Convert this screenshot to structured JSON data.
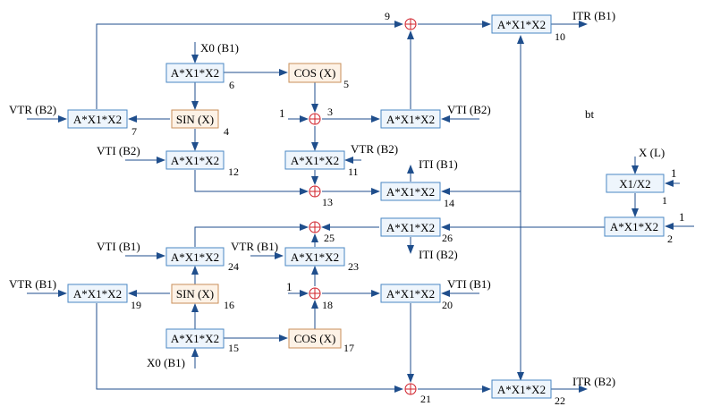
{
  "blocks": {
    "b2": {
      "label": "A*X1*X2",
      "number": "2"
    },
    "b1": {
      "label": "X1/X2",
      "number": "1"
    },
    "b4": {
      "label": "SIN (X)",
      "number": "4"
    },
    "b5": {
      "label": "COS (X)",
      "number": "5"
    },
    "b6": {
      "label": "A*X1*X2",
      "number": "6"
    },
    "b7": {
      "label": "A*X1*X2",
      "number": "7"
    },
    "b10": {
      "label": "A*X1*X2",
      "number": "10"
    },
    "b11": {
      "label": "A*X1*X2",
      "number": "11"
    },
    "b12": {
      "label": "A*X1*X2",
      "number": "12"
    },
    "b14": {
      "label": "A*X1*X2",
      "number": "14"
    },
    "b15": {
      "label": "A*X1*X2",
      "number": "15"
    },
    "b16": {
      "label": "SIN (X)",
      "number": "16"
    },
    "b17": {
      "label": "COS (X)",
      "number": "17"
    },
    "b19": {
      "label": "A*X1*X2",
      "number": "19"
    },
    "b20": {
      "label": "A*X1*X2",
      "number": "20"
    },
    "b22": {
      "label": "A*X1*X2",
      "number": "22"
    },
    "b23": {
      "label": "A*X1*X2",
      "number": "23"
    },
    "b24": {
      "label": "A*X1*X2",
      "number": "24"
    },
    "b26": {
      "label": "A*X1*X2",
      "number": "26"
    },
    "b3": {
      "number": "3"
    },
    "b9": {
      "number": "9"
    },
    "b13": {
      "number": "13"
    },
    "b18": {
      "number": "18"
    },
    "b21": {
      "number": "21"
    },
    "b25": {
      "number": "25"
    }
  },
  "signals": {
    "x0_top": "X0 (B1)",
    "x0_bottom": "X0 (B1)",
    "vtr_b2_left": "VTR (B2)",
    "vtr_b2_mid": "VTR (B2)",
    "vti_b2_left": "VTI (B2)",
    "vti_b2_right": "VTI (B2)",
    "vtr_b1_left": "VTR (B1)",
    "vtr_b1_mid": "VTR (B1)",
    "vti_b1_left": "VTI (B1)",
    "vti_b1_right": "VTI (B1)",
    "itr_b1": "ITR (B1)",
    "itr_b2": "ITR (B2)",
    "iti_b1": "ITI (B1)",
    "iti_b2": "ITI (B2)",
    "x_l": "X (L)",
    "const_one_sum3": "1",
    "const_one_sum18": "1",
    "const_one_b1": "1",
    "const_one_b2": "1",
    "bt": "bt"
  },
  "colors": {
    "line": "#1f4e8c",
    "mult_fill": "#eef5fc",
    "mult_border": "#4a87c3",
    "func_fill": "#fdf2e6",
    "func_border": "#c98f5a",
    "sum_color": "#d0202a"
  }
}
